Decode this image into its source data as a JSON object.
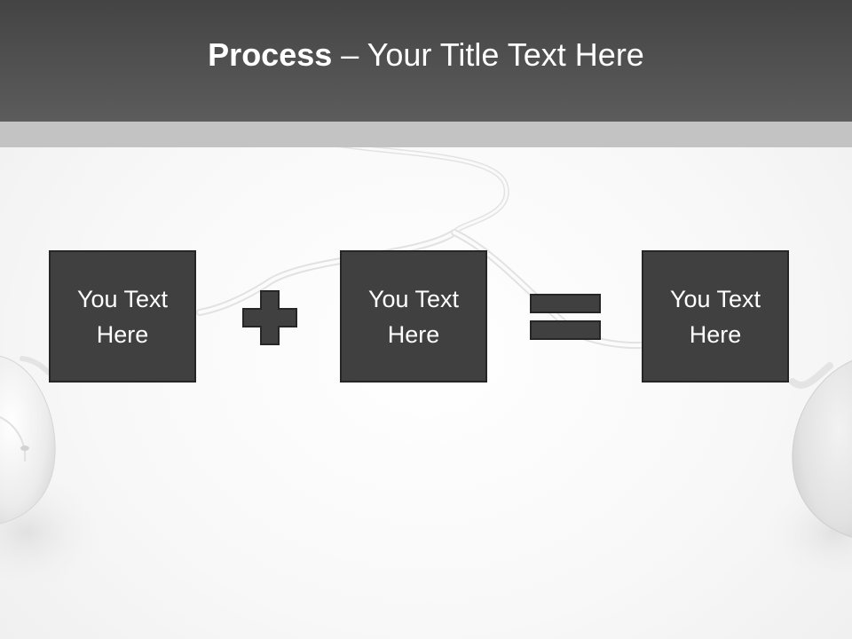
{
  "title": {
    "bold": "Process",
    "separator": " – ",
    "rest": "Your Title Text Here"
  },
  "boxes": [
    {
      "text": "You Text Here"
    },
    {
      "text": "You Text Here"
    },
    {
      "text": "You Text Here"
    }
  ],
  "operators": {
    "first": "plus-icon",
    "second": "equals-icon"
  },
  "colors": {
    "title_bar": "#4d4d4d",
    "sub_band": "#c3c3c3",
    "box_fill": "#404040",
    "box_border": "#262626",
    "text": "#ffffff"
  }
}
